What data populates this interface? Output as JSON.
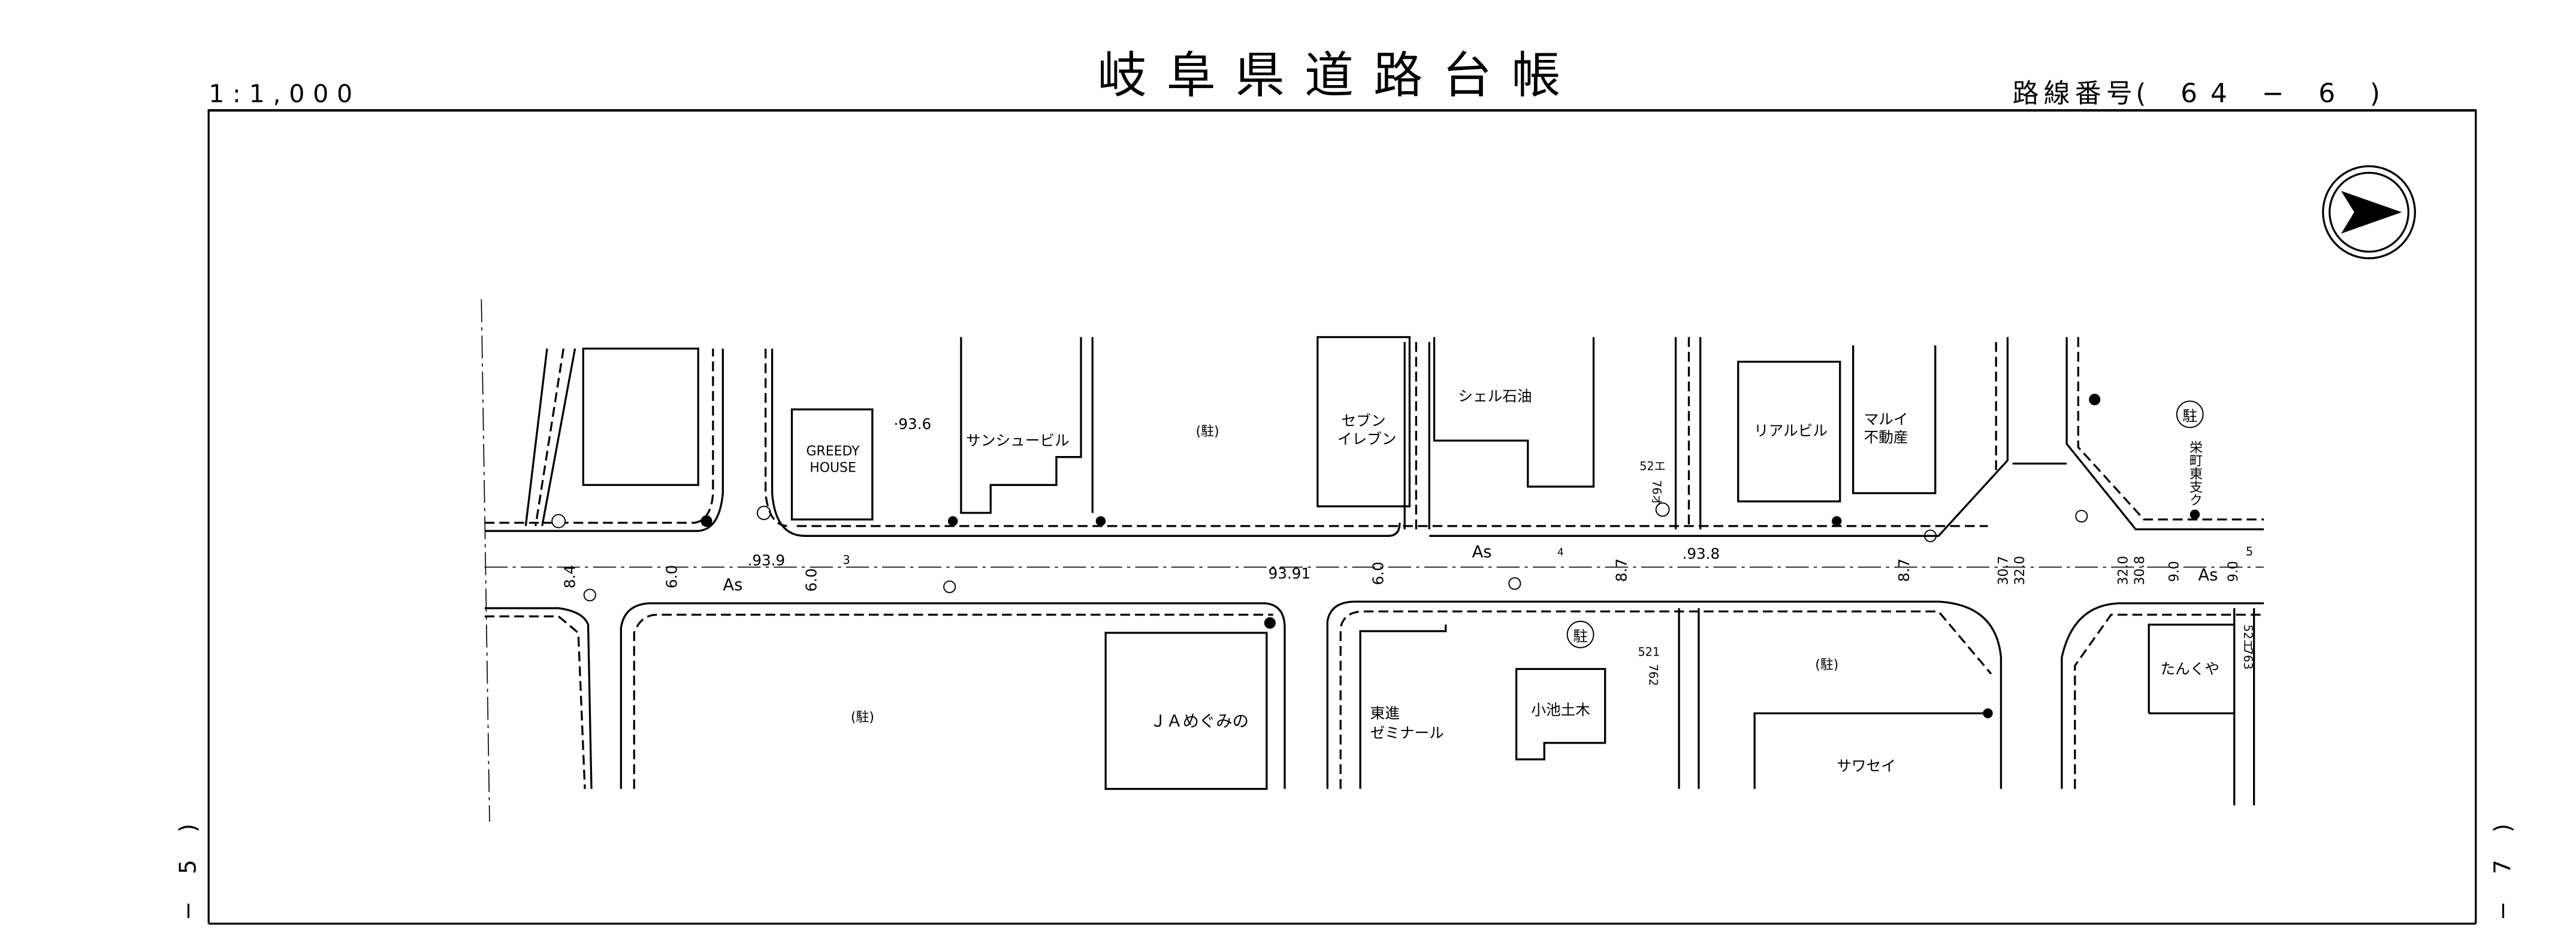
{
  "header": {
    "scale": "1:1,000",
    "title": "岐阜県道路台帳",
    "route_number_label": "路線番号",
    "route_number": "( 64 − 6 )"
  },
  "edge_markers": {
    "left": "( − 5 )",
    "right": "( − 7 )"
  },
  "north_arrow": "north-arrow-icon",
  "map": {
    "buildings": {
      "greedy_line1": "GREEDY",
      "greedy_line2": "HOUSE",
      "sunshu": "サンシュービル",
      "parking_n1": "(駐)",
      "seven_line1": "セブン",
      "seven_line2": "イレブン",
      "shell": "シェル石油",
      "real": "リアルビル",
      "marui_line1": "マルイ",
      "marui_line2": "不動産",
      "parking_circle_ne": "駐",
      "sakaemachi": "栄町東支ク",
      "parking_s1": "(駐)",
      "ja": "ＪＡめぐみの",
      "toshin_line1": "東進",
      "toshin_line2": "ゼミナール",
      "koike": "小池土木",
      "parking_circle_s": "駐",
      "parking_s2": "(駐)",
      "sawasei": "サワセイ",
      "tankuya": "たんくや"
    },
    "poles": {
      "pole_n": "52エ",
      "pole_n_sub": "76オ",
      "pole_s": "521",
      "pole_s_sub": "762",
      "pole_e": "52エ",
      "pole_e_sub": "763"
    },
    "elevations": [
      "·93.6",
      ".93.9",
      "93.91",
      ".93.8"
    ],
    "pavement": [
      "As",
      "As",
      "As"
    ],
    "widths": [
      "8.4",
      "6.0",
      "6.0",
      "6.0",
      "8.7",
      "8.7",
      "30.7",
      "32.0",
      "32.0",
      "30.8",
      "9.0",
      "9.0"
    ],
    "section_ticks": [
      "3",
      "4",
      "5"
    ]
  }
}
